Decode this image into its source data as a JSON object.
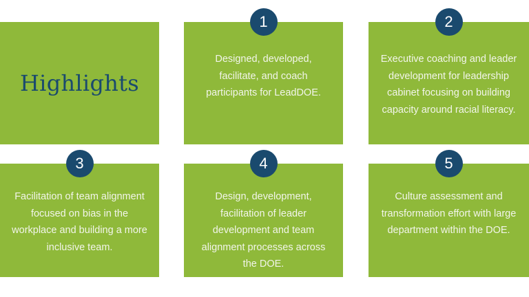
{
  "colors": {
    "box_green": "#8fb93a",
    "badge_navy": "#1a4a6e",
    "text": "#f2f5ea",
    "background": "#ffffff"
  },
  "title": "Highlights",
  "highlights": [
    {
      "number": "1",
      "lines": [
        "Designed, developed,",
        "facilitate, and coach",
        "participants for LeadDOE."
      ]
    },
    {
      "number": "2",
      "lines": [
        "Executive coaching and leader",
        "development for leadership",
        "cabinet focusing on building",
        "capacity around racial literacy."
      ]
    },
    {
      "number": "3",
      "lines": [
        "Facilitation of team alignment",
        "focused on bias in the",
        "workplace and building a more",
        "inclusive team."
      ]
    },
    {
      "number": "4",
      "lines": [
        "Design, development,",
        "facilitation of leader",
        "development and team",
        "alignment processes across",
        "the DOE."
      ]
    },
    {
      "number": "5",
      "lines": [
        "Culture assessment and",
        "transformation effort with large",
        "department within the DOE."
      ]
    }
  ]
}
